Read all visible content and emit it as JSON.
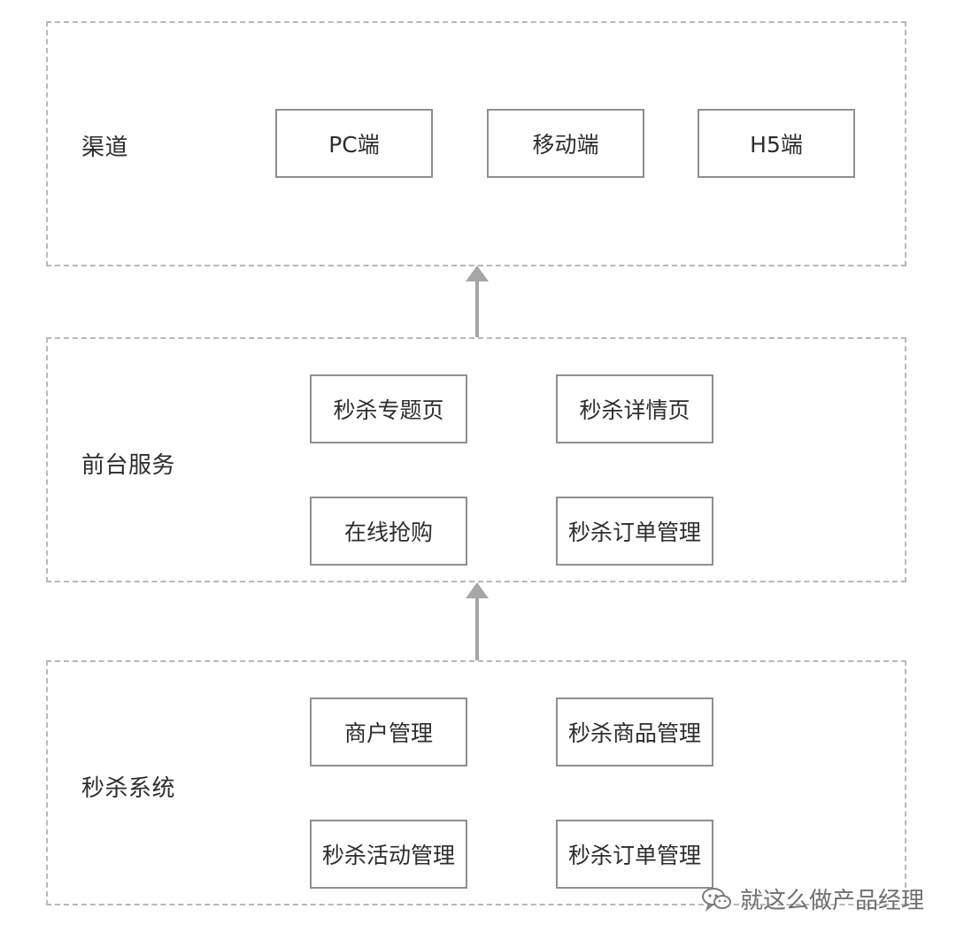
{
  "colors": {
    "background": "#ffffff",
    "dashed_border": "#b8b8b8",
    "node_border": "#8f8f8f",
    "arrow": "#a6a6a6",
    "text": "#2d2d2d",
    "watermark": "#6f6f6f"
  },
  "layers": [
    {
      "label": "渠道",
      "nodes": [
        "PC端",
        "移动端",
        "H5端"
      ]
    },
    {
      "label": "前台服务",
      "nodes": [
        "秒杀专题页",
        "秒杀详情页",
        "在线抢购",
        "秒杀订单管理"
      ]
    },
    {
      "label": "秒杀系统",
      "nodes": [
        "商户管理",
        "秒杀商品管理",
        "秒杀活动管理",
        "秒杀订单管理"
      ]
    }
  ],
  "watermark": {
    "icon": "wechat-icon",
    "text": "就这么做产品经理"
  }
}
